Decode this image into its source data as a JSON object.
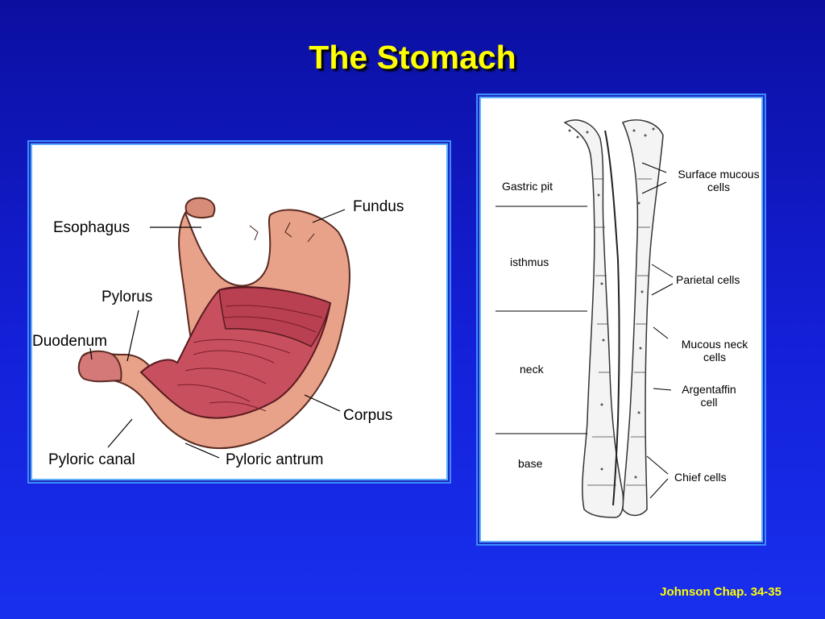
{
  "slide": {
    "title": "The Stomach",
    "footer": "Johnson Chap. 34-35"
  },
  "stomach_labels": {
    "esophagus": "Esophagus",
    "fundus": "Fundus",
    "pylorus": "Pylorus",
    "duodenum": "Duodenum",
    "corpus": "Corpus",
    "pyloric_canal": "Pyloric canal",
    "pyloric_antrum": "Pyloric antrum"
  },
  "gland_labels": {
    "gastric_pit": "Gastric pit",
    "isthmus": "isthmus",
    "neck": "neck",
    "base": "base",
    "surface_mucous_1": "Surface mucous",
    "surface_mucous_2": "cells",
    "parietal": "Parietal cells",
    "mucous_neck_1": "Mucous neck",
    "mucous_neck_2": "cells",
    "argentaffin_1": "Argentaffin",
    "argentaffin_2": "cell",
    "chief": "Chief cells"
  },
  "colors": {
    "background": "#1420d8",
    "title": "#ffff00",
    "stomach_skin": "#e8a28a",
    "mucosa": "#c8505e",
    "muscle": "#c04050"
  }
}
